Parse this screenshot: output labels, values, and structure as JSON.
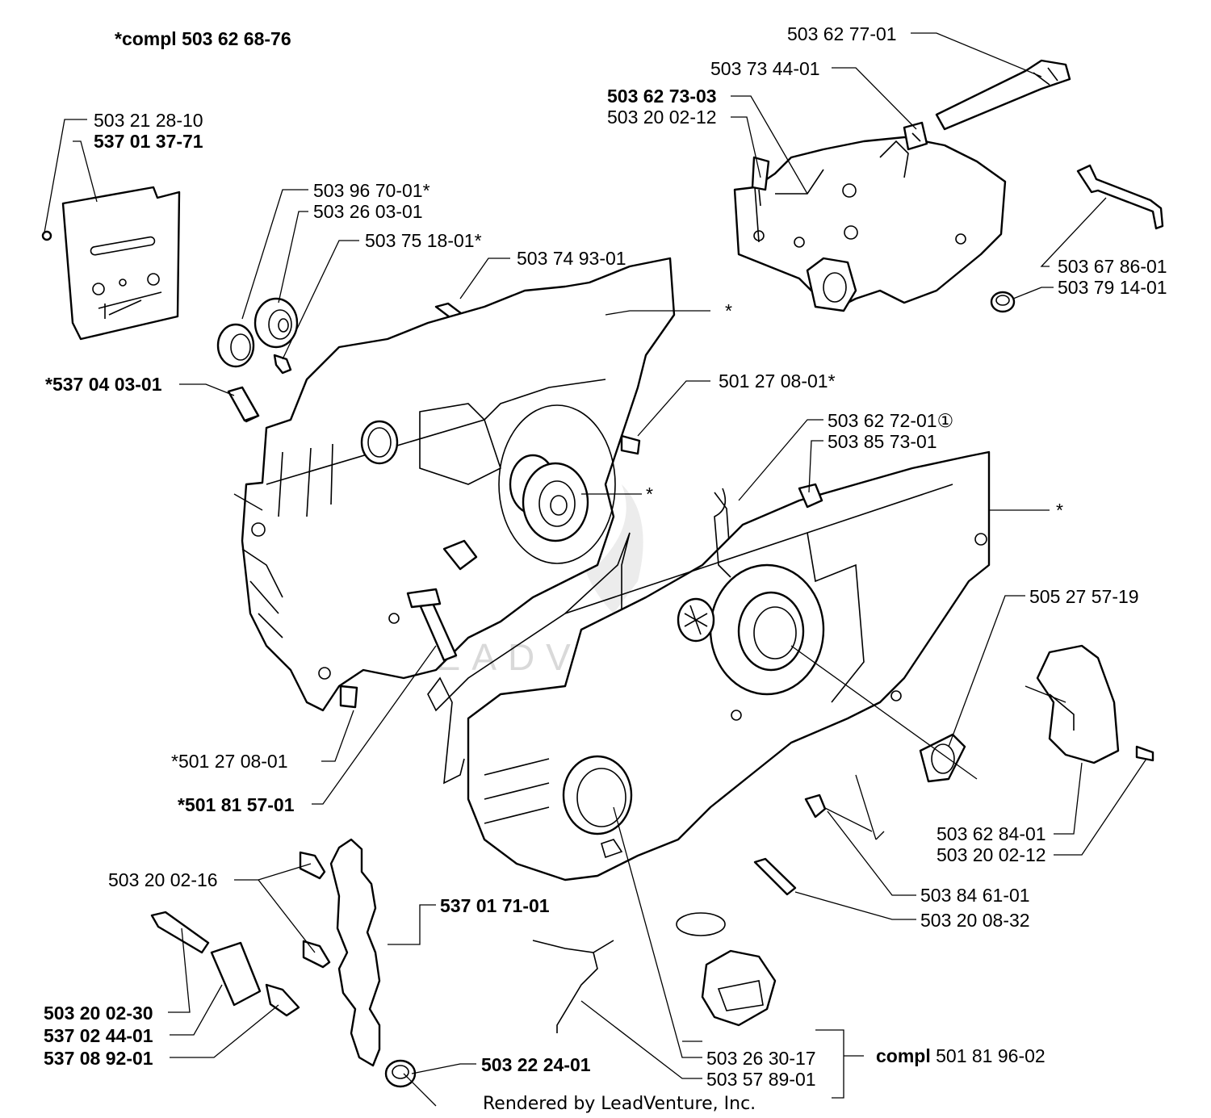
{
  "header": {
    "assembly_label": "*compl 503 62 68-76"
  },
  "labels": {
    "l01": "503 21 28-10",
    "l02": "537 01 37-71",
    "l03": "503 96 70-01*",
    "l04": "503 26 03-01",
    "l05": "503 75 18-01*",
    "l06": "503 74 93-01",
    "l07": "*537 04 03-01",
    "l08": "501 27 08-01*",
    "l09": "*501 27 08-01",
    "l10": "*501 81 57-01",
    "l11": "503 62 77-01",
    "l12": "503 73 44-01",
    "l13": "503 62 73-03",
    "l14": "503 20 02-12",
    "l15": "503 67 86-01",
    "l16": "503 79 14-01",
    "l17": "503 62 72-01",
    "l18": "503 85 73-01",
    "l19": "505 27 57-19",
    "l20": "503 62 84-01",
    "l21": "503 20 02-12",
    "l22": "503 84 61-01",
    "l23": "503 20 08-32",
    "l24": "503 20 02-16",
    "l25": "537 01 71-01",
    "l26": "503 20 02-30",
    "l27": "537 02 44-01",
    "l28": "537 08 92-01",
    "l29": "503 22 24-01",
    "l30": "503 26 30-17",
    "l31": "503 57 89-01",
    "compl_prefix": "compl",
    "compl_number": "501 81 96-02",
    "circled_note": "①",
    "asterisk": "*"
  },
  "watermark": "LEADVENTURE",
  "footer": {
    "credit": "Rendered by LeadVenture, Inc."
  }
}
